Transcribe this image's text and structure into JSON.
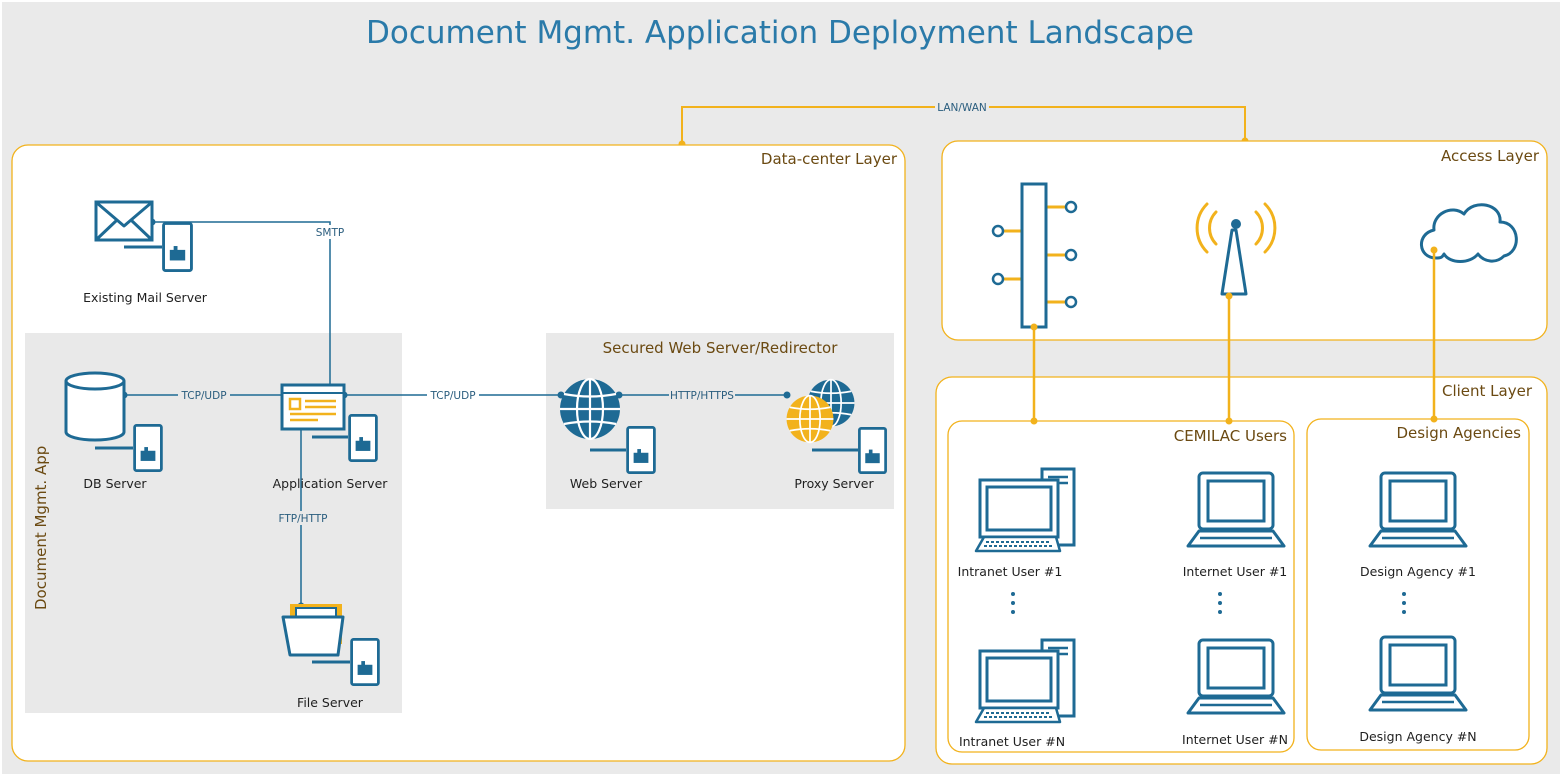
{
  "title": "Document Mgmt. Application Deployment Landscape",
  "connections": {
    "lan_wan": "LAN/WAN",
    "smtp": "SMTP",
    "tcp_udp_db": "TCP/UDP",
    "tcp_udp_web": "TCP/UDP",
    "http_https": "HTTP/HTTPS",
    "ftp_http": "FTP/HTTP"
  },
  "datacenter": {
    "label": "Data-center Layer",
    "app_group": "Document Mgmt. App",
    "secured_group": "Secured Web Server/Redirector",
    "mail_server": "Existing Mail Server",
    "db_server": "DB Server",
    "app_server": "Application Server",
    "file_server": "File Server",
    "web_server": "Web Server",
    "proxy_server": "Proxy Server"
  },
  "access": {
    "label": "Access Layer",
    "switch_icon": "network-switch-icon",
    "antenna_icon": "wireless-antenna-icon",
    "cloud_icon": "cloud-icon"
  },
  "client": {
    "label": "Client Layer",
    "cemilac": {
      "label": "CEMILAC Users",
      "intranet_first": "Intranet User #1",
      "intranet_last": "Intranet User #N",
      "internet_first": "Internet User #1",
      "internet_last": "Internet User #N"
    },
    "agencies": {
      "label": "Design Agencies",
      "first": "Design Agency #1",
      "last": "Design Agency #N"
    }
  },
  "colors": {
    "background": "#eaeaea",
    "accent_gold": "#f2b21c",
    "icon_blue": "#1e6a94",
    "title_blue": "#2a7aa9"
  }
}
